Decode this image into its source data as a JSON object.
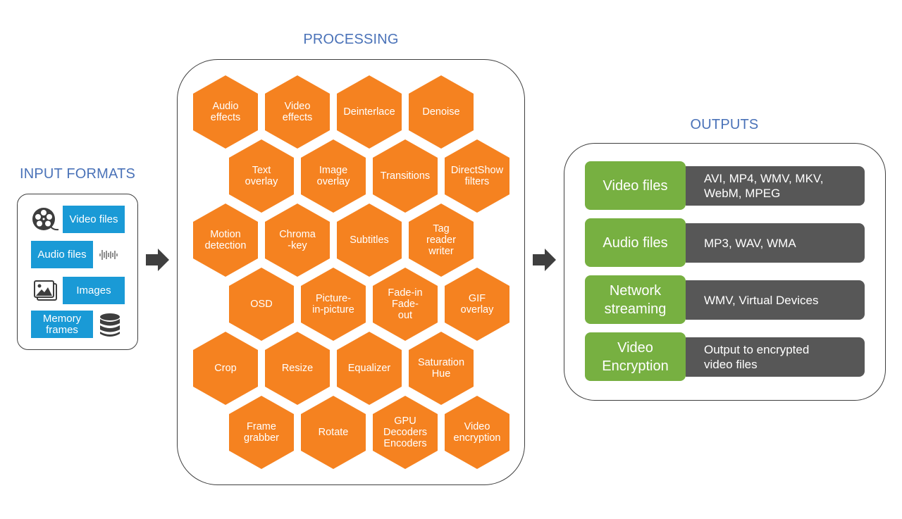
{
  "colors": {
    "title": "#4a72b8",
    "input_box": "#1a9ad6",
    "hex": "#f58220",
    "output_label": "#77b041",
    "output_desc": "#575757",
    "arrow": "#3f3f3f"
  },
  "input": {
    "title": "INPUT FORMATS",
    "items": [
      {
        "label": "Video files",
        "icon": "film-reel-icon"
      },
      {
        "label": "Audio files",
        "icon": "sound-wave-icon"
      },
      {
        "label": "Images",
        "icon": "image-gallery-icon"
      },
      {
        "label": "Memory frames",
        "icon": "database-icon"
      }
    ]
  },
  "processing": {
    "title": "PROCESSING",
    "items": [
      "Audio\neffects",
      "Video\neffects",
      "Deinterlace",
      "Denoise",
      "Text\noverlay",
      "Image\noverlay",
      "Transitions",
      "DirectShow\nfilters",
      "Motion\ndetection",
      "Chroma\n-key",
      "Subtitles",
      "Tag\nreader\nwriter",
      "OSD",
      "Picture-\nin-picture",
      "Fade-in\nFade-\nout",
      "GIF\noverlay",
      "Crop",
      "Resize",
      "Equalizer",
      "Saturation\nHue",
      "Frame\ngrabber",
      "Rotate",
      "GPU\nDecoders\nEncoders",
      "Video\nencryption"
    ]
  },
  "outputs": {
    "title": "OUTPUTS",
    "items": [
      {
        "label": "Video files",
        "desc": "AVI, MP4, WMV, MKV,\nWebM, MPEG"
      },
      {
        "label": "Audio files",
        "desc": "MP3,  WAV, WMA"
      },
      {
        "label": "Network\nstreaming",
        "desc": "WMV, Virtual Devices"
      },
      {
        "label": "Video\nEncryption",
        "desc": "Output to encrypted\nvideo files"
      }
    ]
  }
}
